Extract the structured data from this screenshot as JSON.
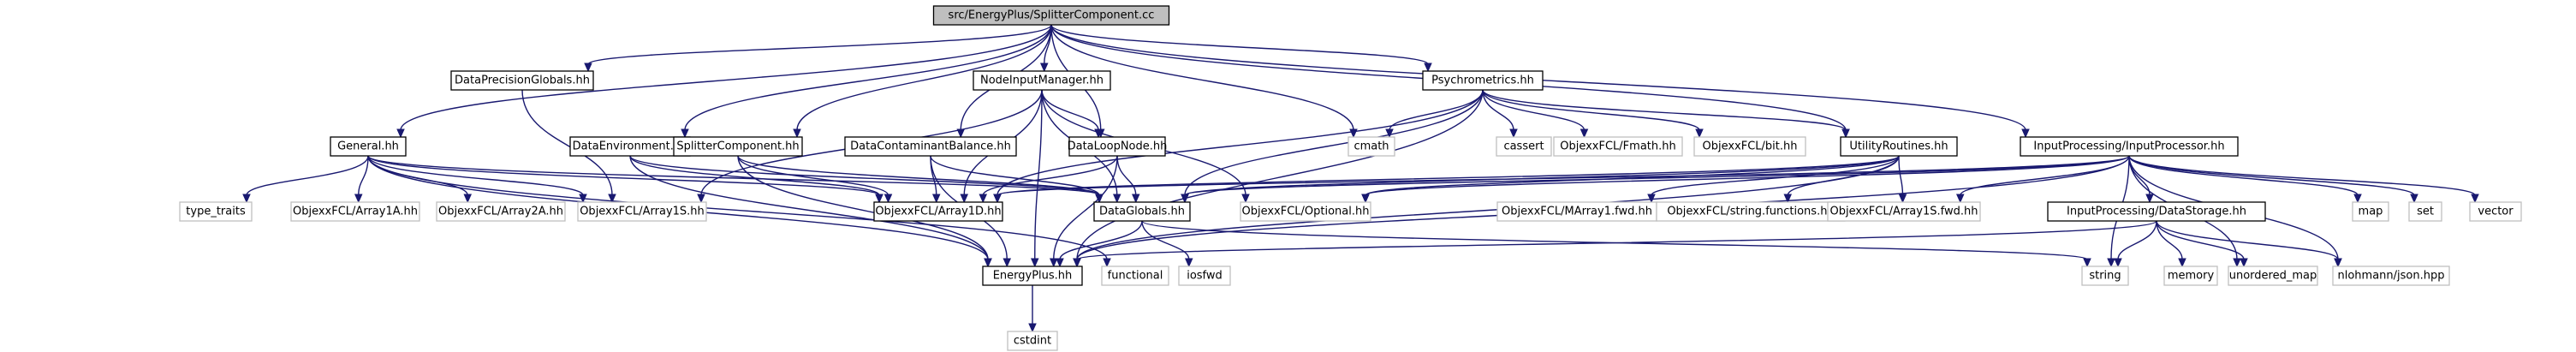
{
  "diagram": {
    "root": "src/EnergyPlus/SplitterComponent.cc",
    "colors": {
      "edge": "#191970",
      "root_fill": "#bfbfbf",
      "node_fill": "#ffffff",
      "node_border": "#000000",
      "leaf_border": "#bfbfbf",
      "text": "#000000"
    },
    "nodes": {
      "root": "src/EnergyPlus/SplitterComponent.cc",
      "data_precision_globals": "DataPrecisionGlobals.hh",
      "node_input_manager": "NodeInputManager.hh",
      "psychrometrics": "Psychrometrics.hh",
      "general": "General.hh",
      "data_environment": "DataEnvironment.hh",
      "splitter_component": "SplitterComponent.hh",
      "data_contaminant_balance": "DataContaminantBalance.hh",
      "data_loop_node": "DataLoopNode.hh",
      "cmath": "cmath",
      "cassert": "cassert",
      "objexx_fmath": "ObjexxFCL/Fmath.hh",
      "objexx_bit": "ObjexxFCL/bit.hh",
      "utility_routines": "UtilityRoutines.hh",
      "input_processor": "InputProcessing/InputProcessor.hh",
      "type_traits": "type_traits",
      "objexx_array1a": "ObjexxFCL/Array1A.hh",
      "objexx_array2a": "ObjexxFCL/Array2A.hh",
      "objexx_array1s": "ObjexxFCL/Array1S.hh",
      "objexx_array1d": "ObjexxFCL/Array1D.hh",
      "data_globals": "DataGlobals.hh",
      "objexx_optional": "ObjexxFCL/Optional.hh",
      "objexx_marray1_fwd": "ObjexxFCL/MArray1.fwd.hh",
      "objexx_string_functions": "ObjexxFCL/string.functions.hh",
      "objexx_array1s_fwd": "ObjexxFCL/Array1S.fwd.hh",
      "data_storage": "InputProcessing/DataStorage.hh",
      "map": "map",
      "set": "set",
      "vector": "vector",
      "energyplus": "EnergyPlus.hh",
      "functional": "functional",
      "iosfwd": "iosfwd",
      "string": "string",
      "memory": "memory",
      "unordered_map": "unordered_map",
      "nlohmann_json": "nlohmann/json.hpp",
      "cstdint": "cstdint"
    }
  }
}
